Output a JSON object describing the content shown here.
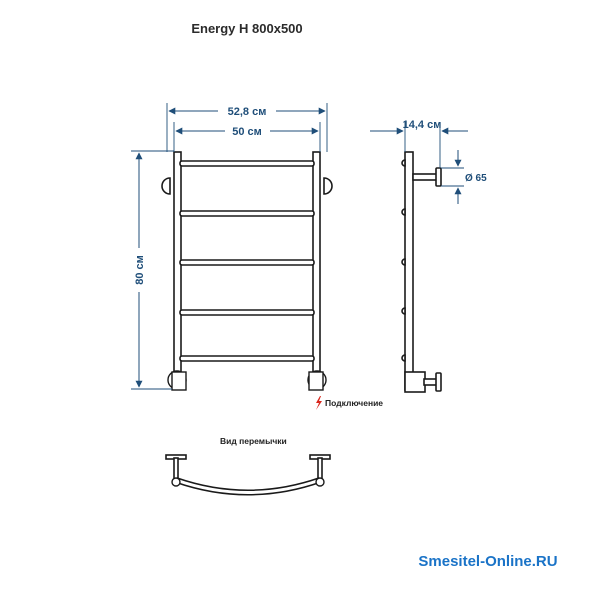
{
  "title": "Energy H 800x500",
  "dimensions": {
    "outer_width": "52,8 см",
    "inner_width": "50 см",
    "height": "80 см",
    "depth": "14,4 см",
    "diameter": "Ø 65"
  },
  "legend": {
    "connection_icon": "lightning-icon",
    "connection_label": "Подключение"
  },
  "jumper_view_label": "Вид перемычки",
  "brand": "Smesitel-Online.RU",
  "colors": {
    "dimension": "#1f4e79",
    "outline": "#1a1a1a",
    "brand": "#1a73c7",
    "connection_mark": "#d9261c"
  }
}
